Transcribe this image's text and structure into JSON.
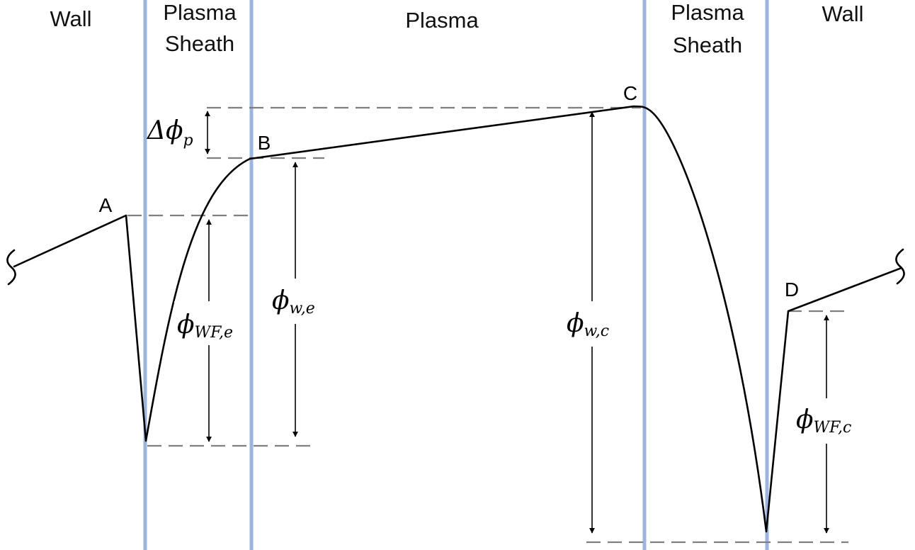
{
  "regions": {
    "left_wall": "Wall",
    "left_sheath_line1": "Plasma",
    "left_sheath_line2": "Sheath",
    "plasma": "Plasma",
    "right_sheath_line1": "Plasma",
    "right_sheath_line2": "Sheath",
    "right_wall": "Wall"
  },
  "points": {
    "a": "A",
    "b": "B",
    "c": "C",
    "d": "D"
  },
  "symbols": {
    "delta_phi_p": {
      "prefix": "Δ",
      "main": "ϕ",
      "sub": "p"
    },
    "phi_wf_e": {
      "main": "ϕ",
      "sub": "WF,e"
    },
    "phi_w_e": {
      "main": "ϕ",
      "sub": "w,e"
    },
    "phi_w_c": {
      "main": "ϕ",
      "sub": "w,c"
    },
    "phi_wf_c": {
      "main": "ϕ",
      "sub": "WF,c"
    }
  },
  "colors": {
    "divider": "#9db4dc",
    "reference_line": "#7f7f7f",
    "curve": "#000000",
    "text": "#111111"
  }
}
